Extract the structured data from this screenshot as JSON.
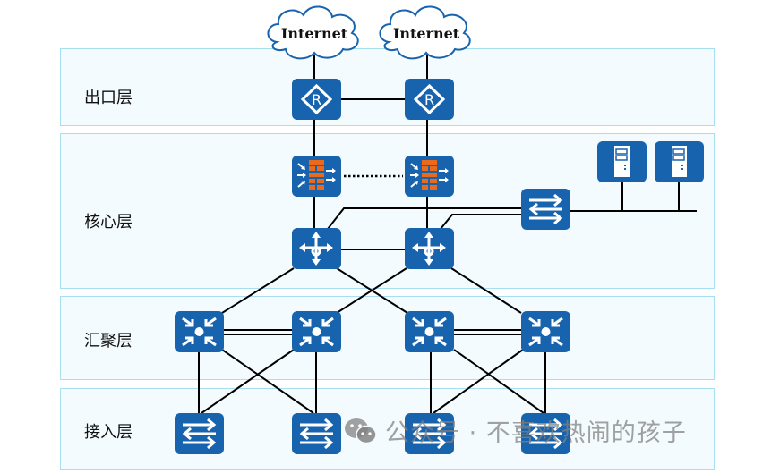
{
  "layers": [
    {
      "id": "egress",
      "label": "出口层"
    },
    {
      "id": "core",
      "label": "核心层"
    },
    {
      "id": "aggregation",
      "label": "汇聚层"
    },
    {
      "id": "access",
      "label": "接入层"
    }
  ],
  "clouds": [
    {
      "label": "Internet"
    },
    {
      "label": "Internet"
    }
  ],
  "devices": {
    "routers": 2,
    "firewalls": 2,
    "core_switches": 2,
    "server_switch": 1,
    "servers": 2,
    "aggregation_switches": 4,
    "access_switches": 4
  },
  "colors": {
    "device_blue": "#1763ad",
    "firewall_orange": "#ea6a1d",
    "layer_bg": "#f3fbfe",
    "layer_border": "#a6dff0",
    "link": "#000000"
  },
  "watermark": {
    "text": "公众号 · 不喜欢热闹的孩子"
  }
}
